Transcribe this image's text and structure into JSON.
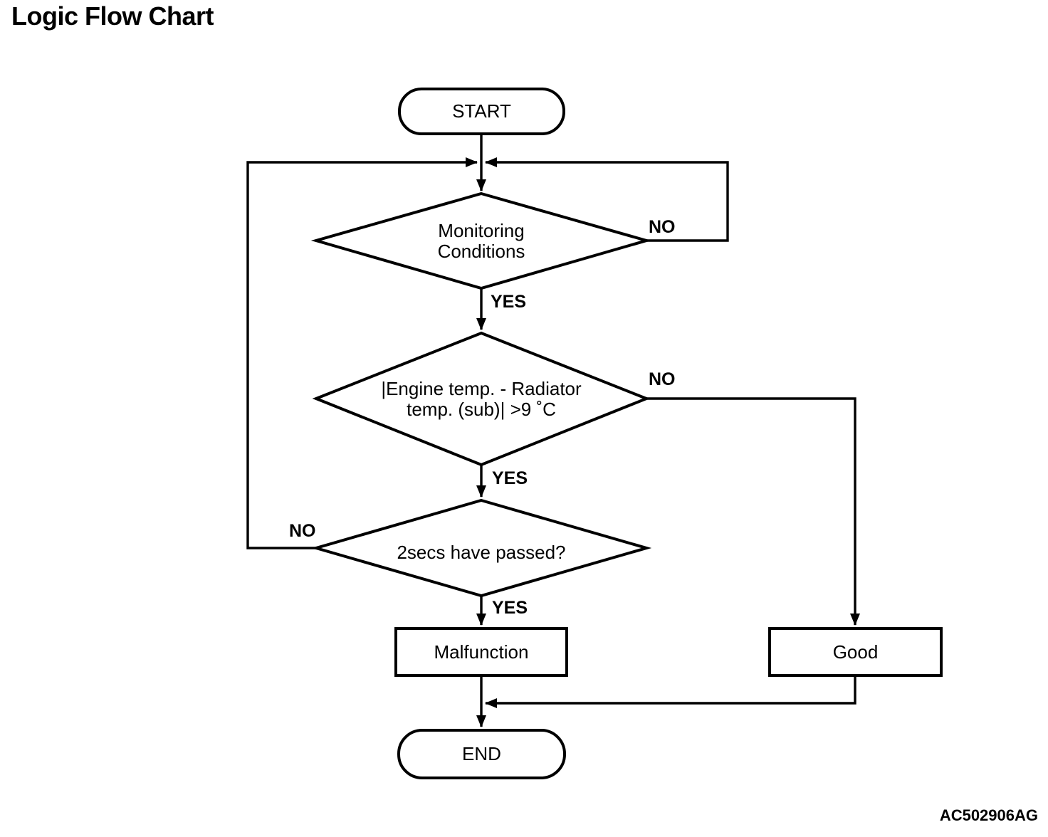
{
  "title": "Logic Flow Chart",
  "figure_code": "AC502906AG",
  "nodes": {
    "start": "START",
    "monitoring_line1": "Monitoring",
    "monitoring_line2": "Conditions",
    "temp_line1": "|Engine temp. - Radiator",
    "temp_line2": "temp. (sub)| >9 ˚C",
    "two_secs": "2secs have passed?",
    "malfunction": "Malfunction",
    "good": "Good",
    "end": "END"
  },
  "edge_labels": {
    "monitoring_no": "NO",
    "monitoring_yes": "YES",
    "temp_no": "NO",
    "temp_yes": "YES",
    "two_secs_no": "NO",
    "two_secs_yes": "YES"
  },
  "colors": {
    "line": "#000000",
    "background": "#ffffff",
    "text": "#000000"
  }
}
